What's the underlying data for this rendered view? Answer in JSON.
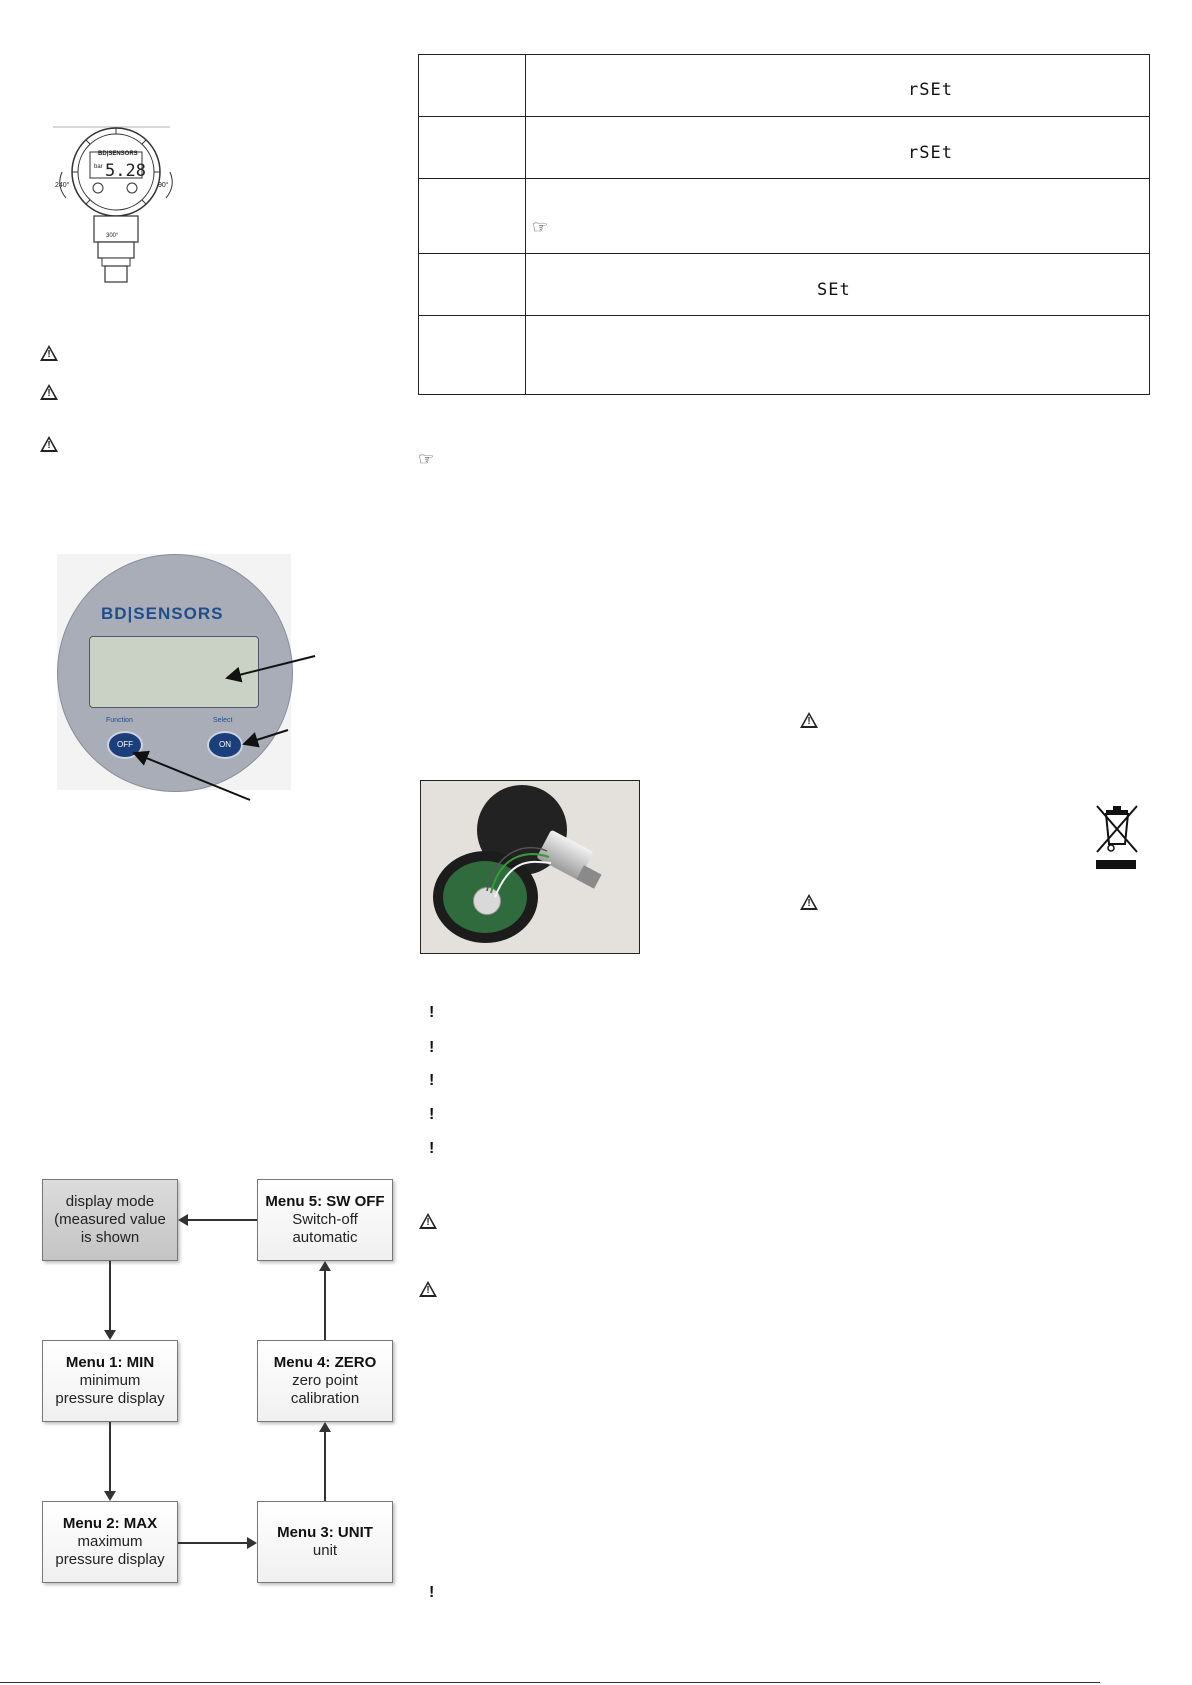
{
  "device_drawing": {
    "brand_label": "BD|SENSORS",
    "unit_label": "bar",
    "display_value": "5.28",
    "angle_left": "240°",
    "angle_right": "90°",
    "angle_bottom": "300°"
  },
  "display_front": {
    "brand": "BD|SENSORS",
    "function_label": "Function",
    "select_label": "Select",
    "off_button": "OFF",
    "on_button": "ON"
  },
  "ops_table": {
    "row1_segment": "rSEt",
    "row2_segment": "rSEt",
    "row4_segment": "SEt"
  },
  "flowchart": {
    "display_mode": [
      "display mode",
      "(measured value",
      "is shown"
    ],
    "menu5": {
      "title": "Menu 5: SW OFF",
      "lines": [
        "Switch-off",
        "automatic"
      ]
    },
    "menu1": {
      "title": "Menu 1: MIN",
      "lines": [
        "minimum",
        "pressure display"
      ]
    },
    "menu4": {
      "title": "Menu 4: ZERO",
      "lines": [
        "zero point",
        "calibration"
      ]
    },
    "menu2": {
      "title": "Menu 2: MAX",
      "lines": [
        "maximum",
        "pressure display"
      ]
    },
    "menu3": {
      "title": "Menu 3: UNIT",
      "lines": [
        "unit"
      ]
    }
  },
  "colors": {
    "brand_blue": "#1f4e8c",
    "button_blue": "#1b3f7a",
    "display_green": "#c9d2c4",
    "face_gray": "#a9adb8"
  },
  "icons": {
    "warning": "warning-triangle-icon",
    "note": "pointing-hand-icon",
    "attention": "exclamation-icon",
    "disposal": "crossed-bin-icon"
  }
}
